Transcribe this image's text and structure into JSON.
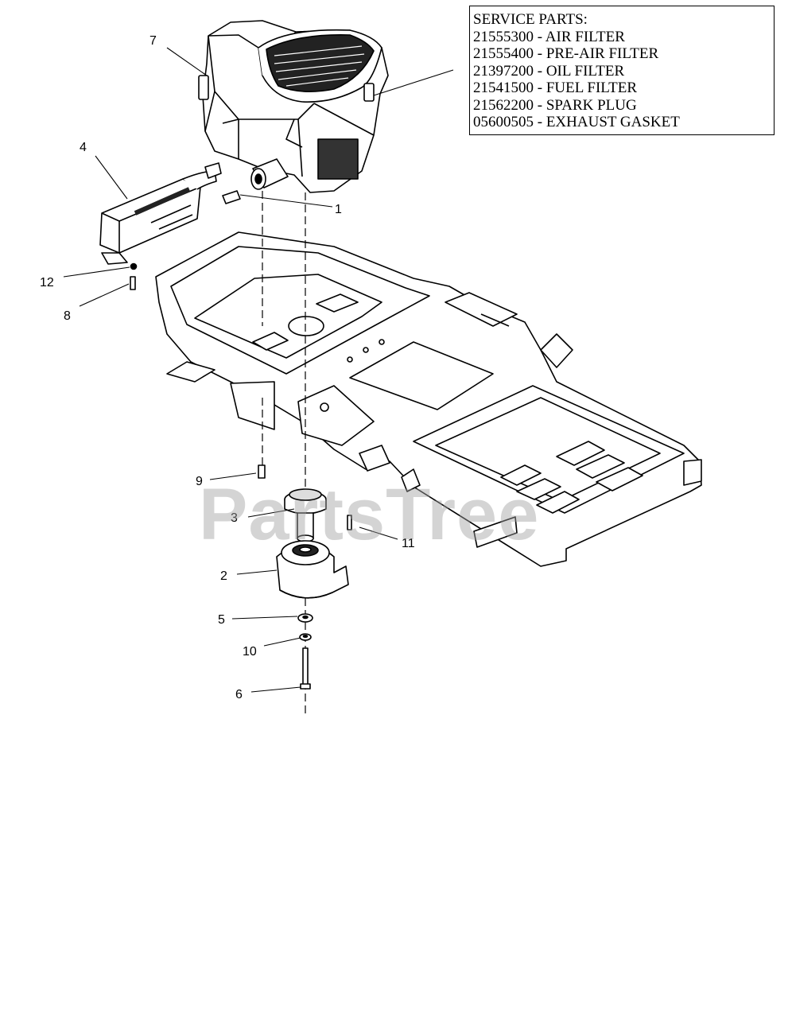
{
  "service_parts": {
    "heading": "SERVICE PARTS:",
    "lines": [
      "21555300 - AIR FILTER",
      "21555400 - PRE-AIR FILTER",
      "21397200 - OIL FILTER",
      "21541500 - FUEL FILTER",
      "21562200 - SPARK PLUG",
      "05600505 - EXHAUST GASKET"
    ]
  },
  "callouts": {
    "c1": "1",
    "c2": "2",
    "c3": "3",
    "c4": "4",
    "c5": "5",
    "c6": "6",
    "c7": "7",
    "c8": "8",
    "c9": "9",
    "c10": "10",
    "c11": "11",
    "c12": "12"
  },
  "watermark": "PartsTree",
  "colors": {
    "line": "#000000",
    "part_fill": "#ffffff",
    "shade": "#cfcfcf",
    "watermark": "#a0a0a0"
  }
}
